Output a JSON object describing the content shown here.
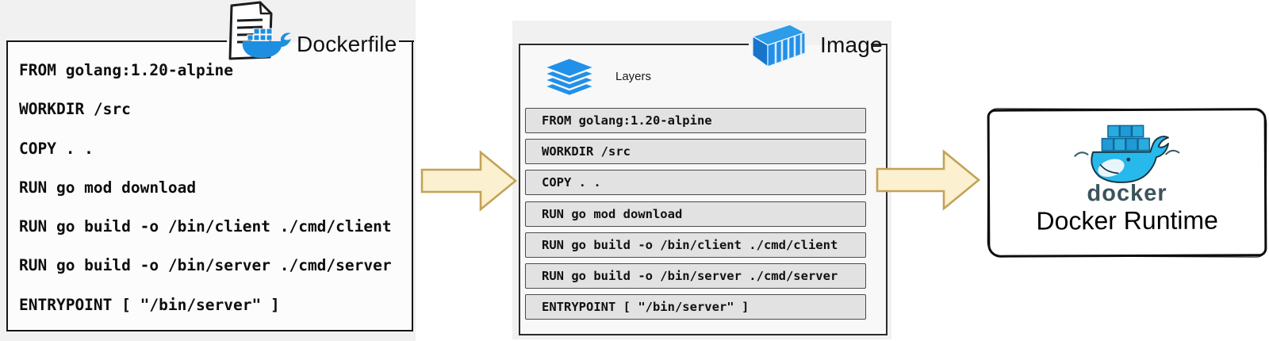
{
  "dockerfile_panel": {
    "title": "Dockerfile",
    "lines": [
      "FROM golang:1.20-alpine",
      "WORKDIR /src",
      "COPY . .",
      "RUN go mod download",
      "RUN go build -o /bin/client ./cmd/client",
      "RUN go build -o /bin/server ./cmd/server",
      "ENTRYPOINT [ \"/bin/server\" ]"
    ]
  },
  "image_panel": {
    "title": "Image",
    "layers_label": "Layers",
    "layers": [
      "FROM golang:1.20-alpine",
      "WORKDIR /src",
      "COPY . .",
      "RUN go mod download",
      "RUN go build -o /bin/client ./cmd/client",
      "RUN go build -o /bin/server ./cmd/server",
      "ENTRYPOINT [ \"/bin/server\" ]"
    ]
  },
  "runtime_panel": {
    "wordmark": "docker",
    "label": "Docker Runtime"
  },
  "colors": {
    "accent_blue": "#2190E8",
    "panel_bg": "#F1F1F1",
    "layer_bar_fill": "#E2E2E2",
    "arrow_fill": "#FBF0CF",
    "arrow_stroke": "#C4A257",
    "wordmark_color": "#3C535C"
  }
}
